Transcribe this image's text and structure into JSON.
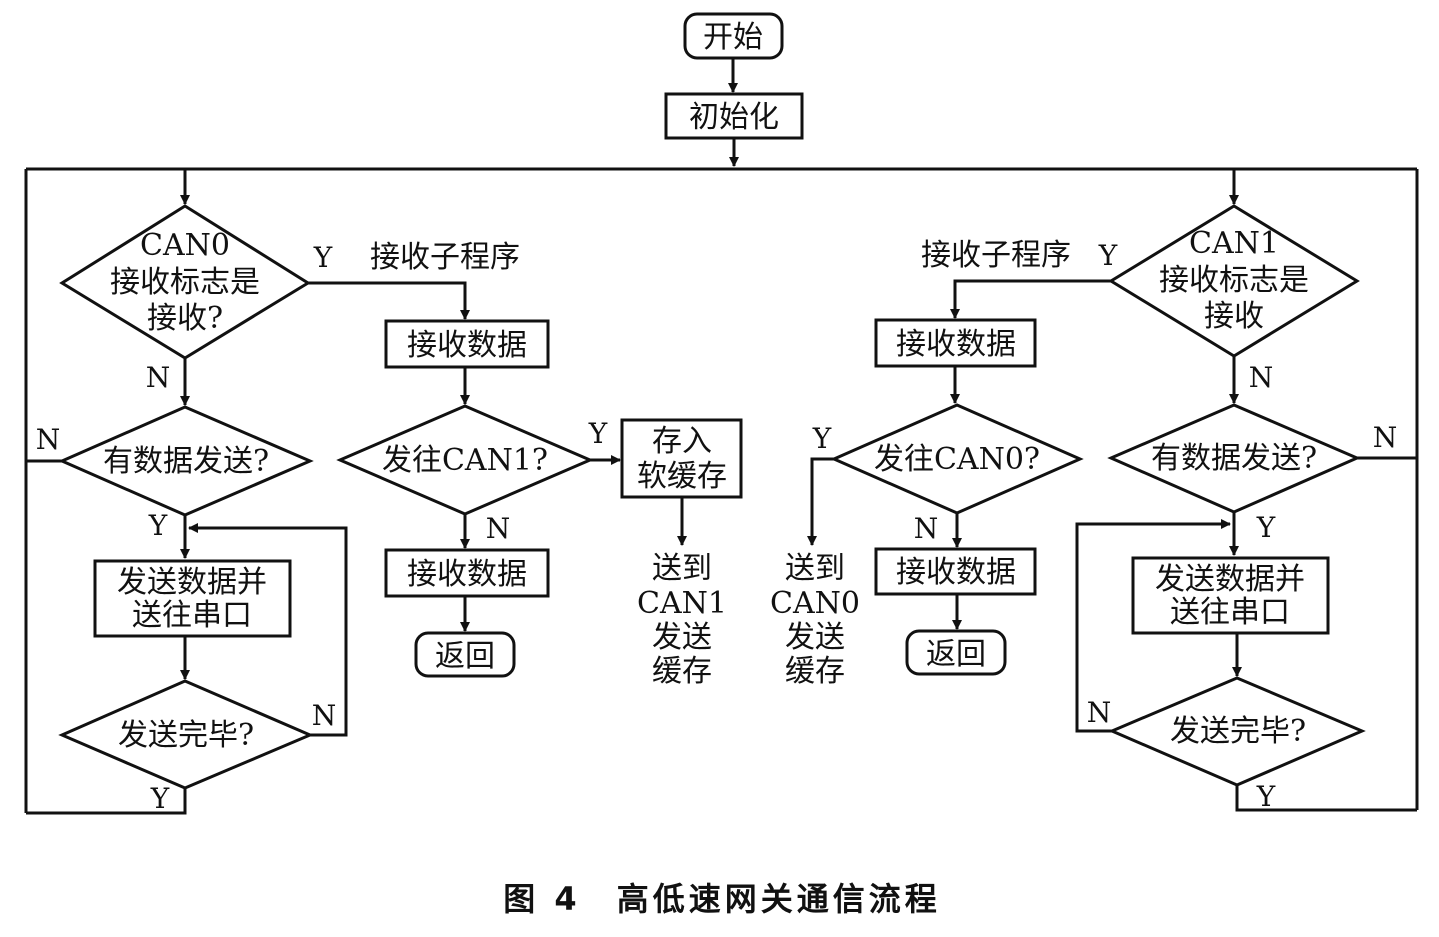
{
  "start": "开始",
  "init": "初始化",
  "left": {
    "decision_flag": [
      "CAN0",
      "接收标志是",
      "接收?"
    ],
    "decision_send": "有数据发送?",
    "process_send": [
      "发送数据并",
      "送往串口"
    ],
    "decision_done": "发送完毕?",
    "sub_title": "接收子程序",
    "recv1": "接收数据",
    "decision_forward": "发往CAN1?",
    "buffer": [
      "存入",
      "软缓存"
    ],
    "recv2": "接收数据",
    "ret": "返回",
    "note": [
      "送到",
      "CAN1",
      "发送",
      "缓存"
    ]
  },
  "right": {
    "decision_flag": [
      "CAN1",
      "接收标志是",
      "接收"
    ],
    "decision_send": "有数据发送?",
    "process_send": [
      "发送数据并",
      "送往串口"
    ],
    "decision_done": "发送完毕?",
    "sub_title": "接收子程序",
    "recv1": "接收数据",
    "decision_forward": "发往CAN0?",
    "recv2": "接收数据",
    "ret": "返回",
    "note": [
      "送到",
      "CAN0",
      "发送",
      "缓存"
    ]
  },
  "labels": {
    "yes": "Y",
    "no": "N"
  },
  "caption": "图 4　高低速网关通信流程"
}
